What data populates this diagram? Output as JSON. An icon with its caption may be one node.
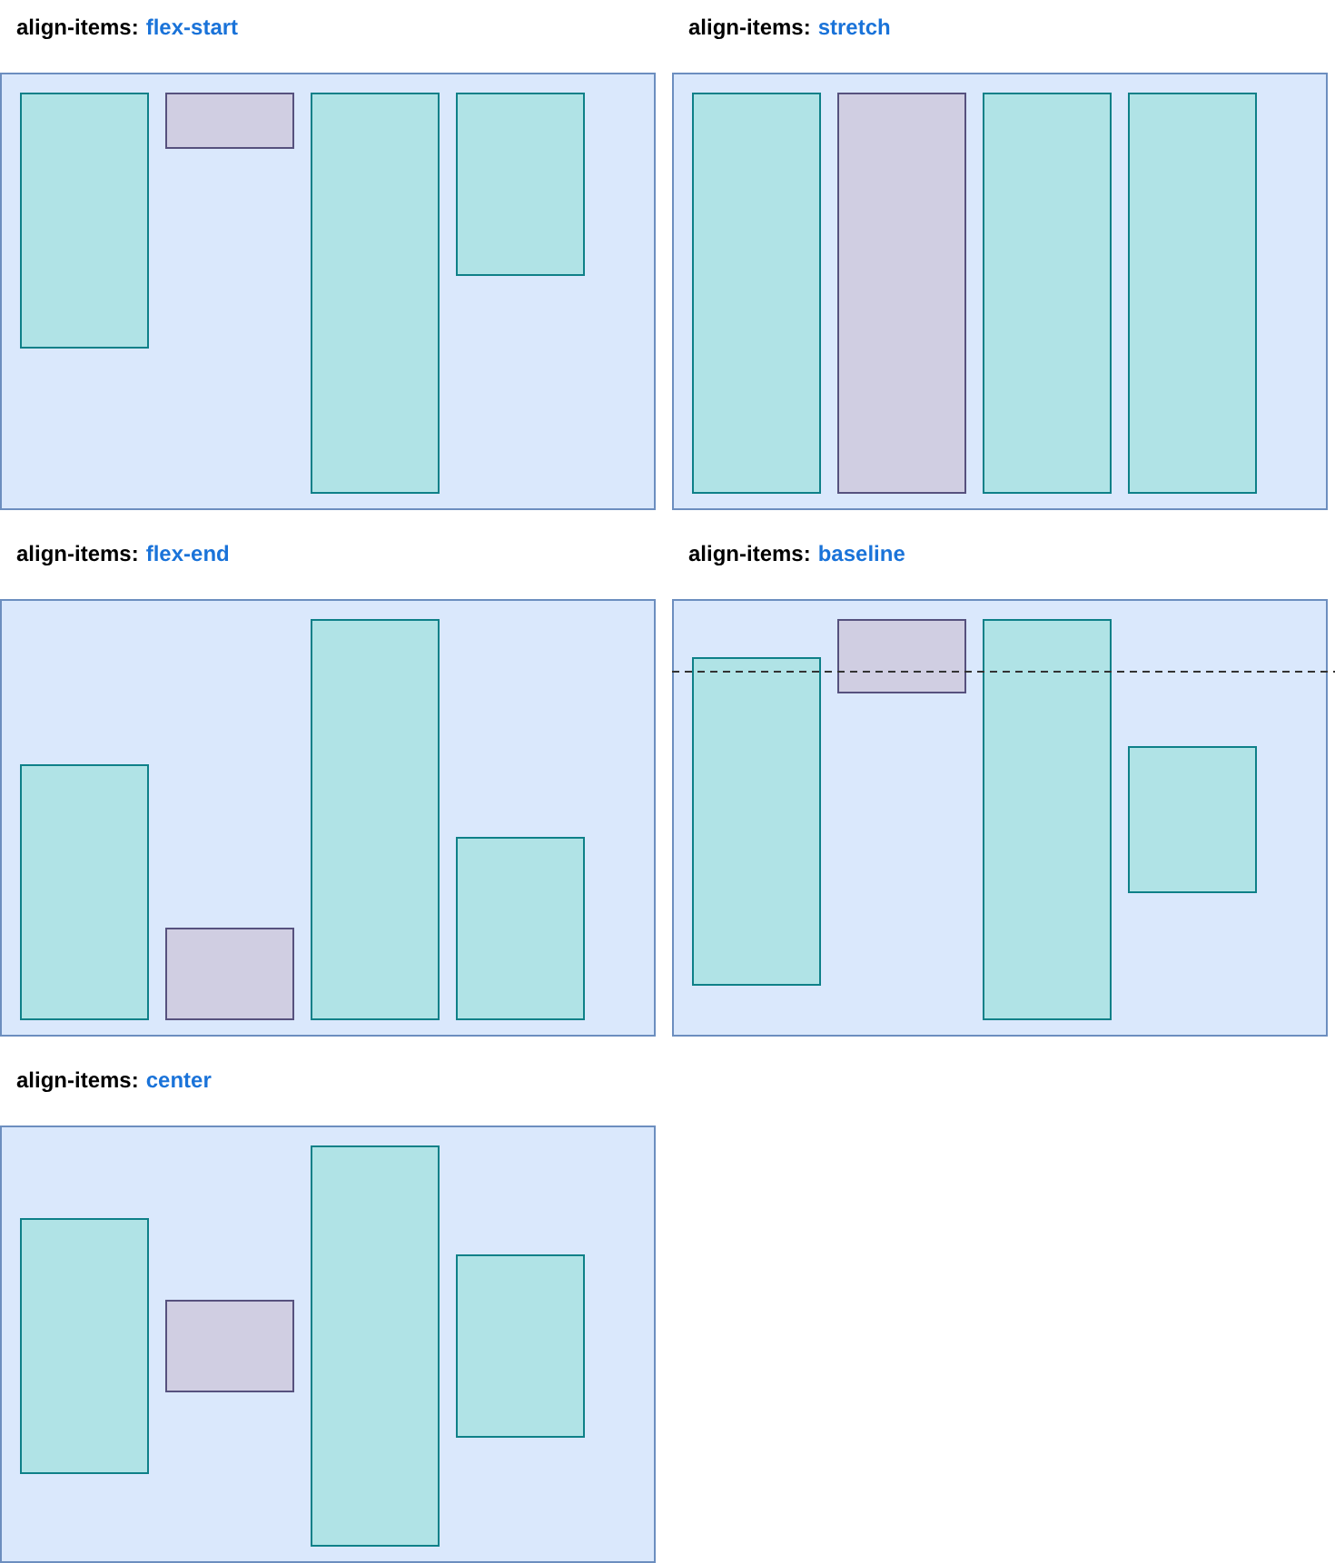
{
  "diagram": {
    "nodes": [
      {
        "text": [
          "align-items:",
          "flex-start"
        ]
      },
      {
        "text": [],
        "shape": "box",
        "in": 0
      },
      {
        "text": [],
        "shape": "box",
        "in": 0
      },
      {
        "text": [],
        "shape": "box",
        "in": 0
      },
      {
        "text": [],
        "shape": "box",
        "in": 0
      },
      {
        "text": [
          "align-items:",
          "stretch"
        ]
      },
      {
        "text": [],
        "shape": "box",
        "in": 5
      },
      {
        "text": [],
        "shape": "box",
        "in": 5
      },
      {
        "text": [],
        "shape": "box",
        "in": 5
      },
      {
        "text": [],
        "shape": "box",
        "in": 5
      },
      {
        "text": [
          "align-items:",
          "flex-end"
        ]
      },
      {
        "text": [],
        "shape": "box",
        "in": 10
      },
      {
        "text": [],
        "shape": "box",
        "in": 10
      },
      {
        "text": [],
        "shape": "box",
        "in": 10
      },
      {
        "text": [],
        "shape": "box",
        "in": 10
      },
      {
        "text": [
          "align-items:",
          "baseline"
        ]
      },
      {
        "text": [],
        "shape": "box",
        "in": 15
      },
      {
        "text": [],
        "shape": "box",
        "in": 15
      },
      {
        "text": [],
        "shape": "box",
        "in": 15
      },
      {
        "text": [],
        "shape": "box",
        "in": 15
      },
      {
        "text": [
          "align-items:",
          "center"
        ]
      },
      {
        "text": [],
        "shape": "box",
        "in": 20
      },
      {
        "text": [],
        "shape": "box",
        "in": 20
      },
      {
        "text": [],
        "shape": "box",
        "in": 20
      },
      {
        "text": [],
        "shape": "box",
        "in": 20
      }
    ]
  }
}
